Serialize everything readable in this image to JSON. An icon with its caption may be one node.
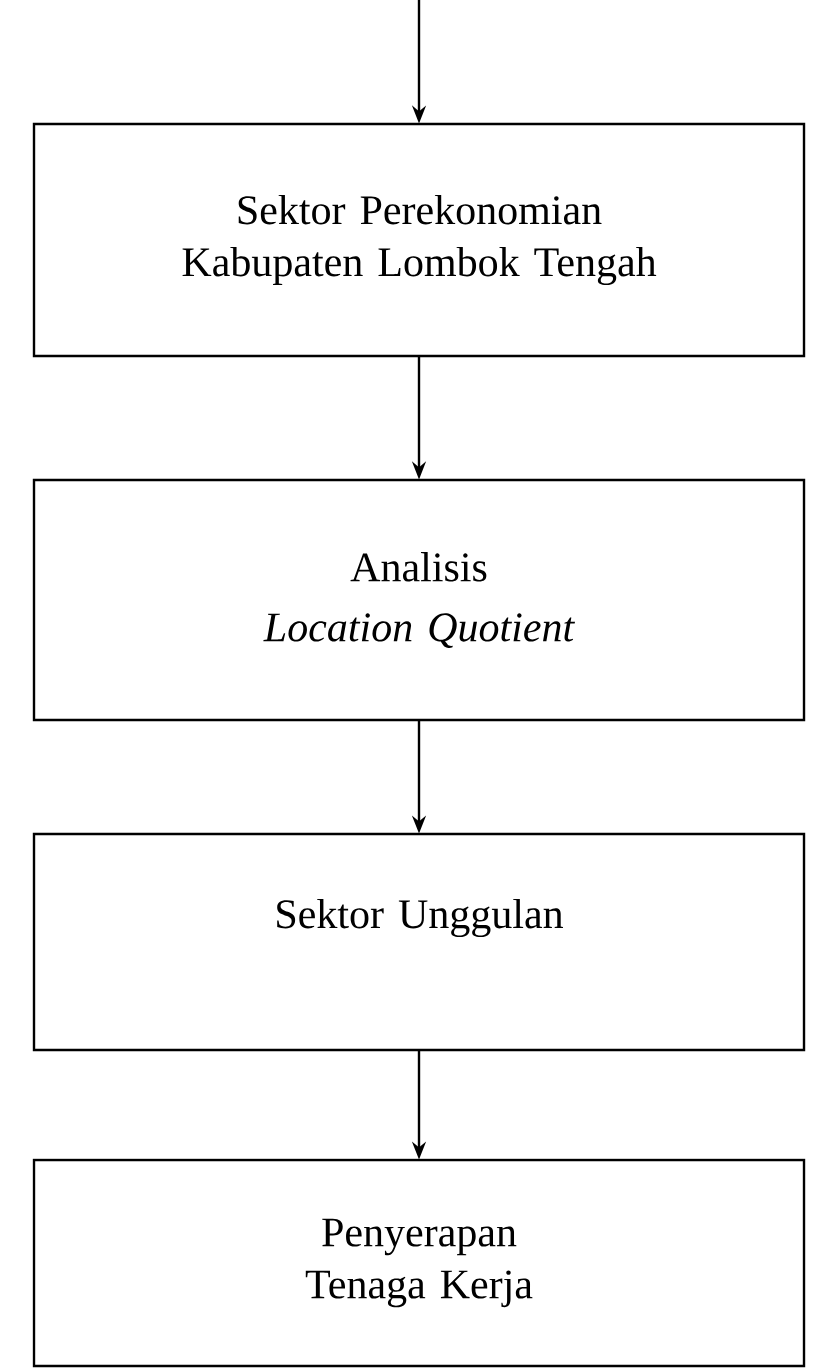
{
  "diagram": {
    "nodes": [
      {
        "text": [
          "Sektor Perekonomian Kabupaten Lombok Tengah"
        ]
      },
      {
        "text": [
          "Analisis",
          "Location Quotient"
        ]
      },
      {
        "text": [
          "Sektor Unggulan"
        ]
      },
      {
        "text": [
          "Penyerapan Tenaga Kerja"
        ]
      }
    ],
    "edges": [
      {
        "from": null,
        "to": 0,
        "arrow": "to"
      },
      {
        "from": 0,
        "to": 1,
        "arrow": "to"
      },
      {
        "from": 1,
        "to": 2,
        "arrow": "to"
      },
      {
        "from": 2,
        "to": 3,
        "arrow": "to"
      }
    ]
  }
}
